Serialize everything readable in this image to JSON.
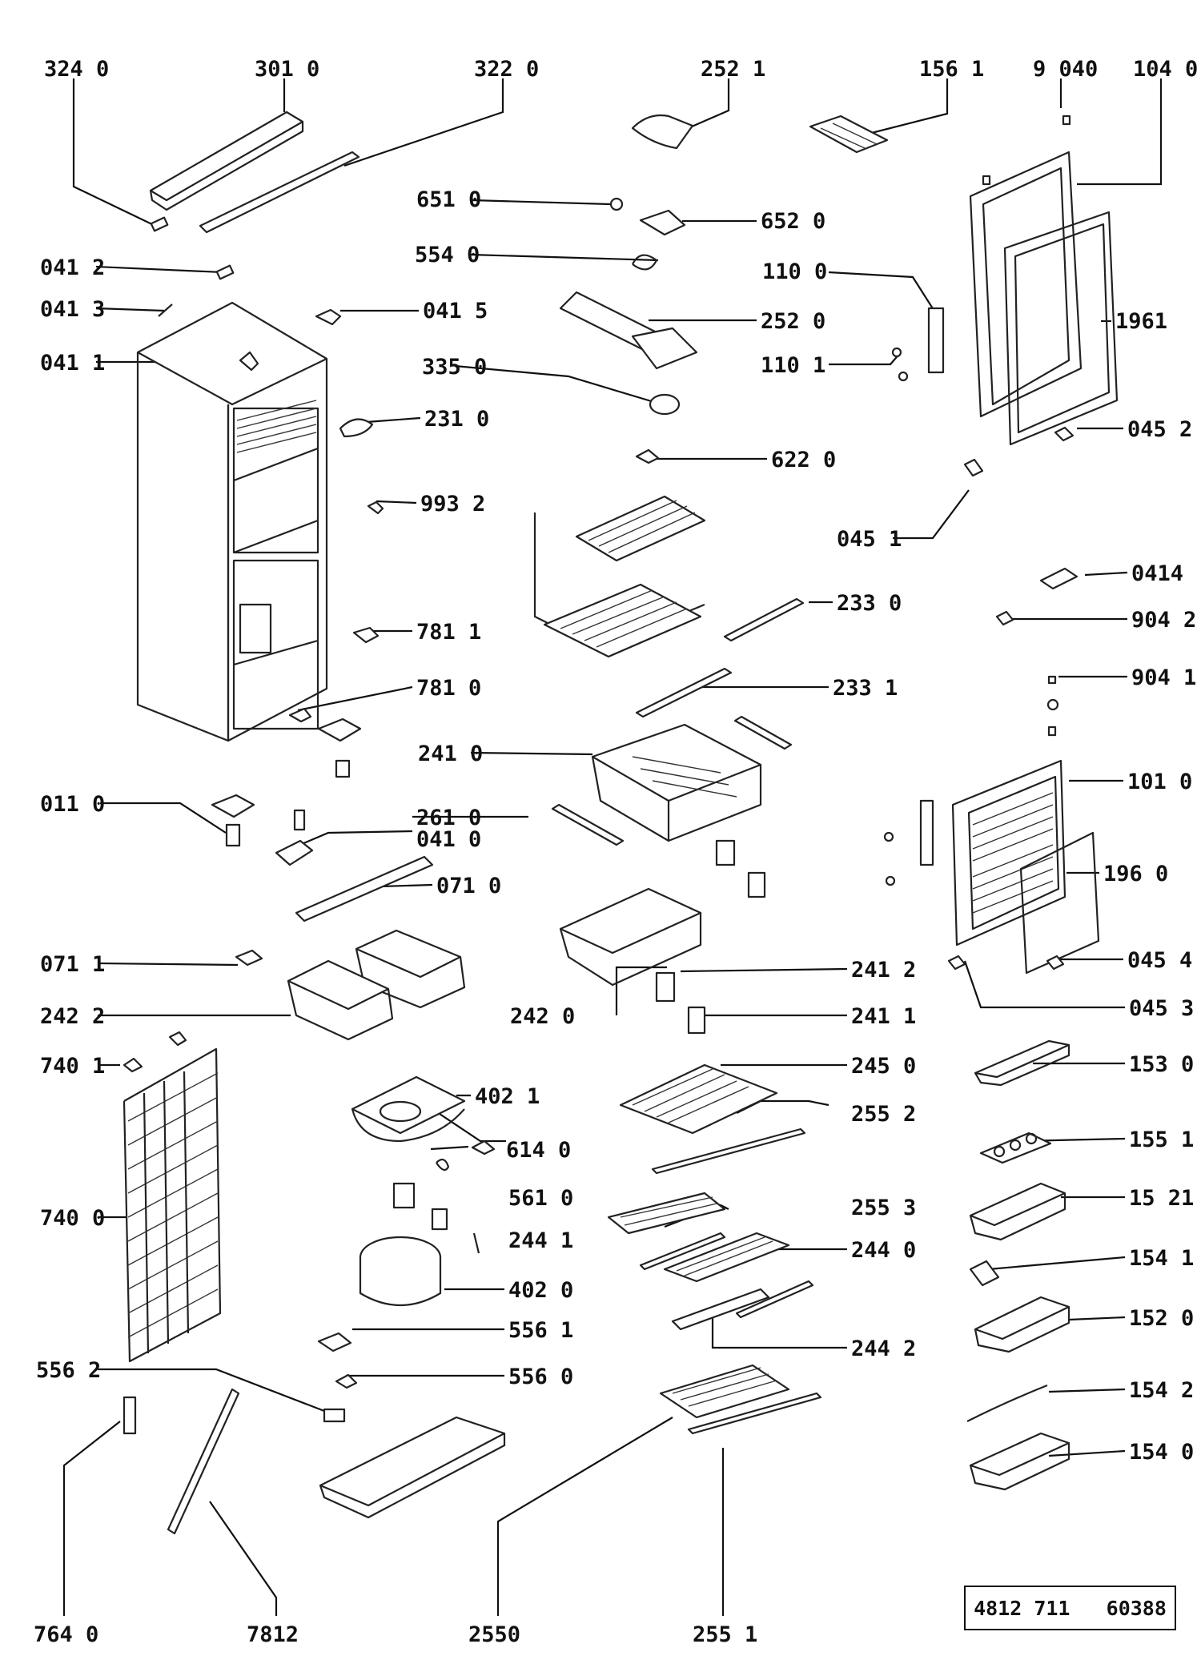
{
  "doc_code": "4812 711   60388",
  "labels": [
    {
      "id": "3240",
      "text": "324 0"
    },
    {
      "id": "3010",
      "text": "301 0"
    },
    {
      "id": "3220",
      "text": "322 0"
    },
    {
      "id": "2521",
      "text": "252 1"
    },
    {
      "id": "1561",
      "text": "156 1"
    },
    {
      "id": "9040",
      "text": "9 040"
    },
    {
      "id": "1040",
      "text": "104 0"
    },
    {
      "id": "6510",
      "text": "651 0"
    },
    {
      "id": "6520",
      "text": "652 0"
    },
    {
      "id": "0412",
      "text": "041 2"
    },
    {
      "id": "5540",
      "text": "554 0"
    },
    {
      "id": "1100",
      "text": "110 0"
    },
    {
      "id": "0413",
      "text": "041 3"
    },
    {
      "id": "0415",
      "text": "041 5"
    },
    {
      "id": "2520",
      "text": "252 0"
    },
    {
      "id": "1961",
      "text": "1961"
    },
    {
      "id": "0411",
      "text": "041 1"
    },
    {
      "id": "3350",
      "text": "335 0"
    },
    {
      "id": "1101",
      "text": "110 1"
    },
    {
      "id": "2310",
      "text": "231 0"
    },
    {
      "id": "0452",
      "text": "045 2"
    },
    {
      "id": "6220",
      "text": "622 0"
    },
    {
      "id": "9932",
      "text": "993 2"
    },
    {
      "id": "0451",
      "text": "045 1"
    },
    {
      "id": "0414",
      "text": "0414"
    },
    {
      "id": "2330",
      "text": "233 0"
    },
    {
      "id": "9042",
      "text": "904 2"
    },
    {
      "id": "7811",
      "text": "781 1"
    },
    {
      "id": "9041",
      "text": "904 1"
    },
    {
      "id": "7810",
      "text": "781 0"
    },
    {
      "id": "2331",
      "text": "233 1"
    },
    {
      "id": "2410",
      "text": "241 0"
    },
    {
      "id": "1010",
      "text": "101 0"
    },
    {
      "id": "0110",
      "text": "011 0"
    },
    {
      "id": "2610",
      "text": "261 0"
    },
    {
      "id": "0410",
      "text": "041 0"
    },
    {
      "id": "0710",
      "text": "071 0"
    },
    {
      "id": "1960",
      "text": "196 0"
    },
    {
      "id": "0711",
      "text": "071 1"
    },
    {
      "id": "2412",
      "text": "241 2"
    },
    {
      "id": "0454",
      "text": "045 4"
    },
    {
      "id": "2422",
      "text": "242 2"
    },
    {
      "id": "2420",
      "text": "242 0"
    },
    {
      "id": "2411",
      "text": "241 1"
    },
    {
      "id": "0453",
      "text": "045 3"
    },
    {
      "id": "7401",
      "text": "740 1"
    },
    {
      "id": "2450",
      "text": "245 0"
    },
    {
      "id": "1530",
      "text": "153 0"
    },
    {
      "id": "4021",
      "text": "402 1"
    },
    {
      "id": "2552",
      "text": "255 2"
    },
    {
      "id": "6140",
      "text": "614 0"
    },
    {
      "id": "1551",
      "text": "155 1"
    },
    {
      "id": "5610",
      "text": "561 0"
    },
    {
      "id": "2553",
      "text": "255 3"
    },
    {
      "id": "1521",
      "text": "15 21"
    },
    {
      "id": "7400",
      "text": "740 0"
    },
    {
      "id": "2441",
      "text": "244 1"
    },
    {
      "id": "2440",
      "text": "244 0"
    },
    {
      "id": "1541",
      "text": "154 1"
    },
    {
      "id": "4020",
      "text": "402 0"
    },
    {
      "id": "1520",
      "text": "152 0"
    },
    {
      "id": "5561",
      "text": "556 1"
    },
    {
      "id": "2442",
      "text": "244 2"
    },
    {
      "id": "5562",
      "text": "556 2"
    },
    {
      "id": "5560",
      "text": "556 0"
    },
    {
      "id": "1542",
      "text": "154 2"
    },
    {
      "id": "1540",
      "text": "154 0"
    },
    {
      "id": "7640",
      "text": "764 0"
    },
    {
      "id": "7812",
      "text": "7812"
    },
    {
      "id": "2550",
      "text": "2550"
    },
    {
      "id": "2551",
      "text": "255 1"
    }
  ]
}
